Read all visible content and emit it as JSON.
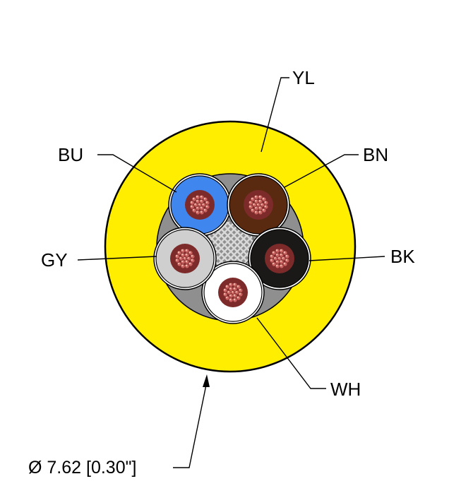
{
  "diagram": {
    "jacket": {
      "label": "YL",
      "color": "#ffee00"
    },
    "conductors": [
      {
        "key": "bu",
        "label": "BU",
        "color": "#3f86ef"
      },
      {
        "key": "bn",
        "label": "BN",
        "color": "#5a2a10"
      },
      {
        "key": "bk",
        "label": "BK",
        "color": "#1b1918"
      },
      {
        "key": "wh",
        "label": "WH",
        "color": "#ffffff"
      },
      {
        "key": "gy",
        "label": "GY",
        "color": "#cfcfcf"
      }
    ],
    "dimension_label": "Ø 7.62 [0.30\"]",
    "colors": {
      "filler": "#8f8f8f",
      "filler_mesh": "#d9d9d9",
      "strand": "#c8615f",
      "strand_light": "#f2b3a6",
      "strand_dark": "#7c2b2a"
    }
  }
}
